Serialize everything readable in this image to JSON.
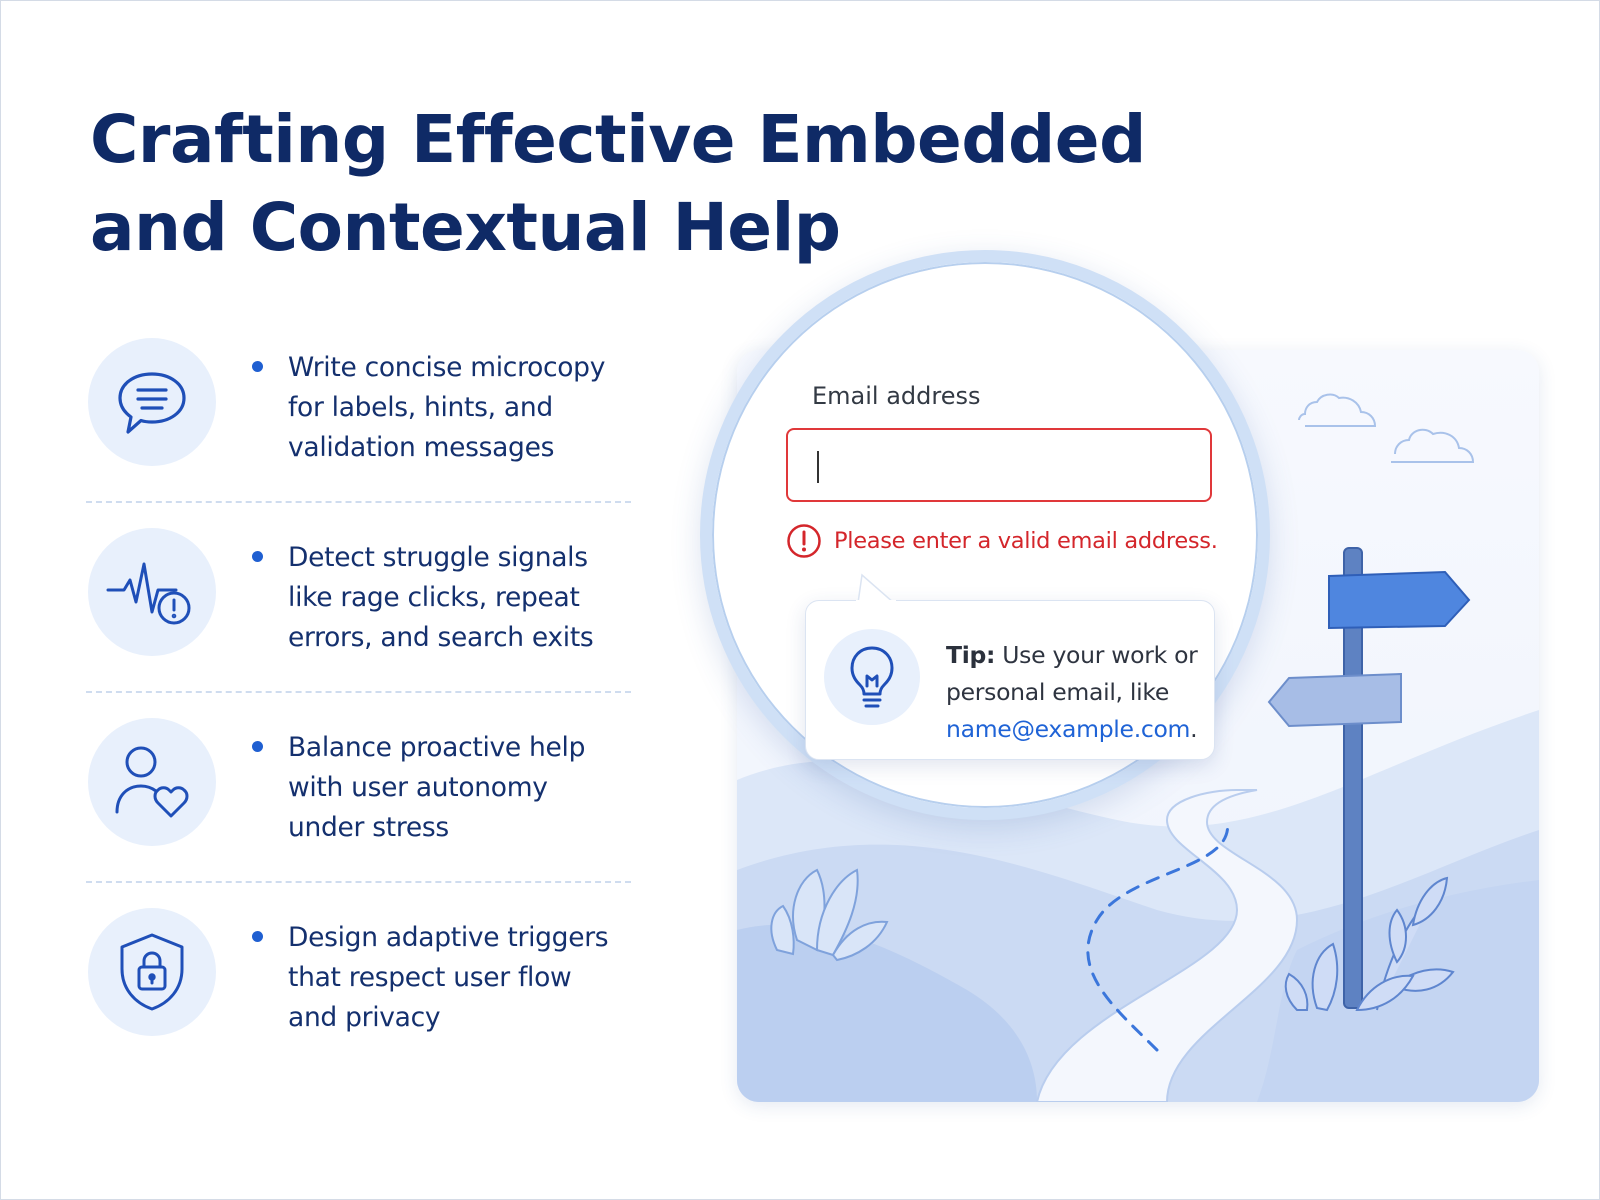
{
  "title": {
    "line1": "Crafting Effective Embedded",
    "line2": "and Contextual Help"
  },
  "features": [
    {
      "icon": "speech-bubble-icon",
      "text": "Write concise microcopy for labels, hints, and validation messages"
    },
    {
      "icon": "pulse-alert-icon",
      "text": "Detect struggle signals like rage clicks, repeat errors, and search exits"
    },
    {
      "icon": "user-heart-icon",
      "text": "Balance proactive help with user autonomy under stress"
    },
    {
      "icon": "shield-lock-icon",
      "text": "Design adaptive triggers that respect user flow and privacy"
    }
  ],
  "form": {
    "label": "Email address",
    "value": "",
    "error": "Please enter a valid email address."
  },
  "tip": {
    "prefix": "Tip:",
    "body": "Use your work or personal email, like",
    "example": "name@example.com",
    "suffix": "."
  },
  "colors": {
    "title": "#0f2a66",
    "accent": "#1f5fd1",
    "error": "#d4262b",
    "icon_bg": "#e8f0fc"
  }
}
